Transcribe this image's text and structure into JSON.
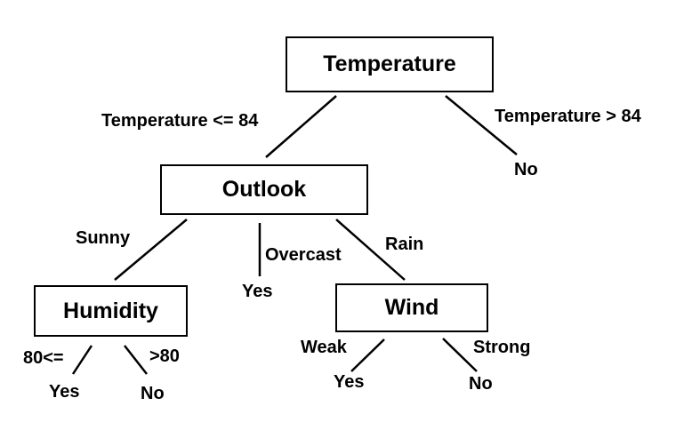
{
  "nodes": {
    "temperature": "Temperature",
    "outlook": "Outlook",
    "humidity": "Humidity",
    "wind": "Wind"
  },
  "edges": {
    "temp_le_84": "Temperature <= 84",
    "temp_gt_84": "Temperature > 84",
    "sunny": "Sunny",
    "overcast": "Overcast",
    "rain": "Rain",
    "hum_le_80": "80<=",
    "hum_gt_80": ">80",
    "weak": "Weak",
    "strong": "Strong"
  },
  "leaves": {
    "temp_gt_84_result": "No",
    "overcast_result": "Yes",
    "hum_le_80_result": "Yes",
    "hum_gt_80_result": "No",
    "weak_result": "Yes",
    "strong_result": "No"
  }
}
